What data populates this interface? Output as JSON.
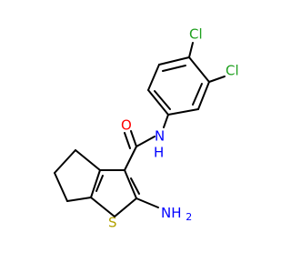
{
  "atoms": {
    "cl_top": "Cl",
    "cl_right": "Cl",
    "nh": "N",
    "h_amide": "H",
    "o": "O",
    "nh2": "NH",
    "nh2_sub": "2",
    "s": "S"
  },
  "colors": {
    "bond": "#000000",
    "chlorine": "#1fa01f",
    "nitrogen": "#0000ff",
    "oxygen": "#ff0000",
    "sulfur": "#b2a100"
  }
}
